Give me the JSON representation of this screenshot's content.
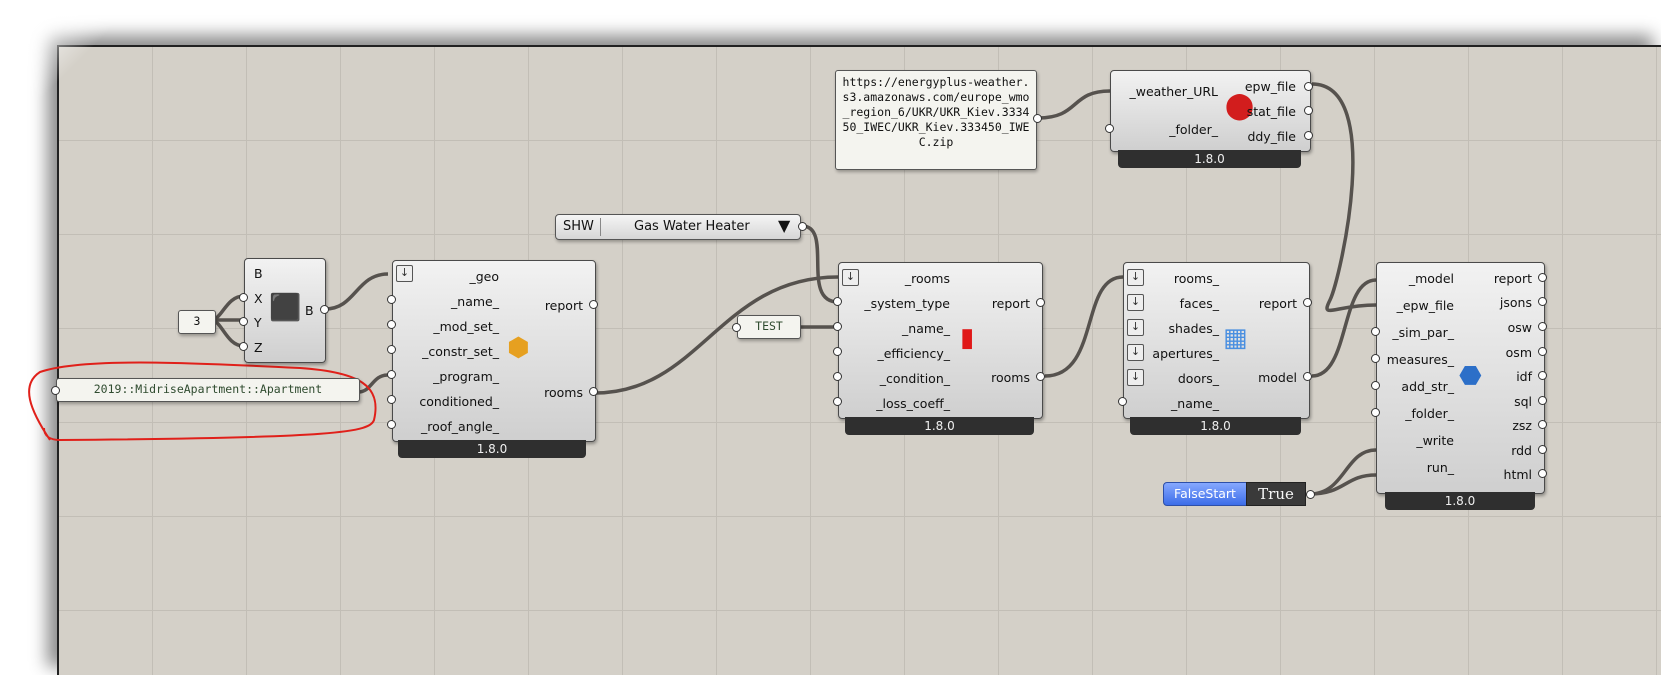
{
  "colors": {
    "canvas": "#d4d0c8",
    "component": "#e0e0e0",
    "footer": "#2f2f2f",
    "wire": "#56524e",
    "annotation": "#e0201a",
    "toggle": "#4a78f0"
  },
  "number_slider": {
    "value": "3"
  },
  "box_component": {
    "inputs": [
      "B",
      "X",
      "Y",
      "Z"
    ],
    "output": "B",
    "icon": "box-icon"
  },
  "program_panel": {
    "text": "2019::MidriseApartment::Apartment"
  },
  "room_component": {
    "inputs": [
      "_geo",
      "_name_",
      "_mod_set_",
      "_constr_set_",
      "_program_",
      "conditioned_",
      "_roof_angle_"
    ],
    "outputs": [
      "report",
      "rooms"
    ],
    "version": "1.8.0",
    "icon": "room-cube-icon"
  },
  "shw_dropdown": {
    "tag": "SHW",
    "value": "Gas Water Heater"
  },
  "name_panel": {
    "text": "TEST"
  },
  "shw_component": {
    "inputs": [
      "_rooms",
      "_system_type",
      "_name_",
      "_efficiency_",
      "_condition_",
      "_loss_coeff_"
    ],
    "outputs": [
      "report",
      "rooms"
    ],
    "version": "1.8.0",
    "icon": "water-heater-icon"
  },
  "url_panel": {
    "text": "https://energyplus-weather.s3.amazonaws.com/europe_wmo_region_6/UKR/UKR_Kiev.333450_IWEC/UKR_Kiev.333450_IWEC.zip"
  },
  "weather_component": {
    "inputs": [
      "_weather_URL",
      "_folder_"
    ],
    "outputs": [
      "epw_file",
      "stat_file",
      "ddy_file"
    ],
    "version": "1.8.0",
    "icon": "download-weather-icon"
  },
  "model_component": {
    "inputs": [
      "rooms_",
      "faces_",
      "shades_",
      "apertures_",
      "doors_",
      "_name_"
    ],
    "outputs": [
      "report",
      "model"
    ],
    "version": "1.8.0",
    "icon": "model-grid-icon"
  },
  "toggle": {
    "label": "FalseStart",
    "value": "True"
  },
  "run_component": {
    "inputs": [
      "_model",
      "_epw_file",
      "_sim_par_",
      "measures_",
      "add_str_",
      "_folder_",
      "_write",
      "run_"
    ],
    "outputs": [
      "report",
      "jsons",
      "osw",
      "osm",
      "idf",
      "sql",
      "zsz",
      "rdd",
      "html"
    ],
    "version": "1.8.0",
    "icon": "openstudio-icon"
  }
}
